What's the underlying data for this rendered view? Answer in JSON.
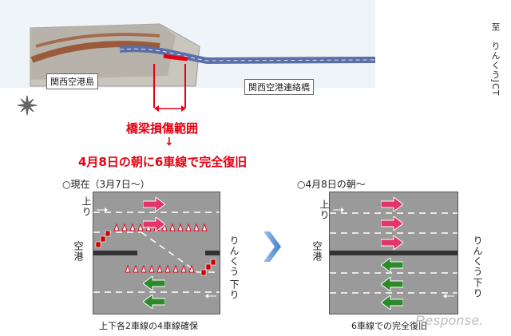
{
  "top_map": {
    "label_island": "関西空港島",
    "label_bridge": "関西空港連絡橋",
    "direction_label": "至　りんくうJCT",
    "damage_label": "橋梁損傷範囲",
    "arrow_glyph": "↓",
    "restore_label": "4月8日の朝に6車線で完全復旧"
  },
  "left_panel": {
    "title": "○現在（3月7日～）",
    "up_label": "上り",
    "down_label": "下り",
    "airport_label": "空港",
    "rinku_label": "りんくう",
    "caption": "上下各2車線の4車線確保"
  },
  "right_panel": {
    "title": "○4月8日の朝～",
    "up_label": "上り",
    "airport_label": "空港",
    "rinku_label": "りんくう",
    "down_label": "下り",
    "caption": "6車線での完全復旧"
  },
  "watermark": "Response.",
  "colors": {
    "red": "#e60012",
    "pink": "#e6336b",
    "green": "#2c8a2c",
    "road": "#9a9a9a",
    "blue_arrow": "#4a8fd6"
  }
}
